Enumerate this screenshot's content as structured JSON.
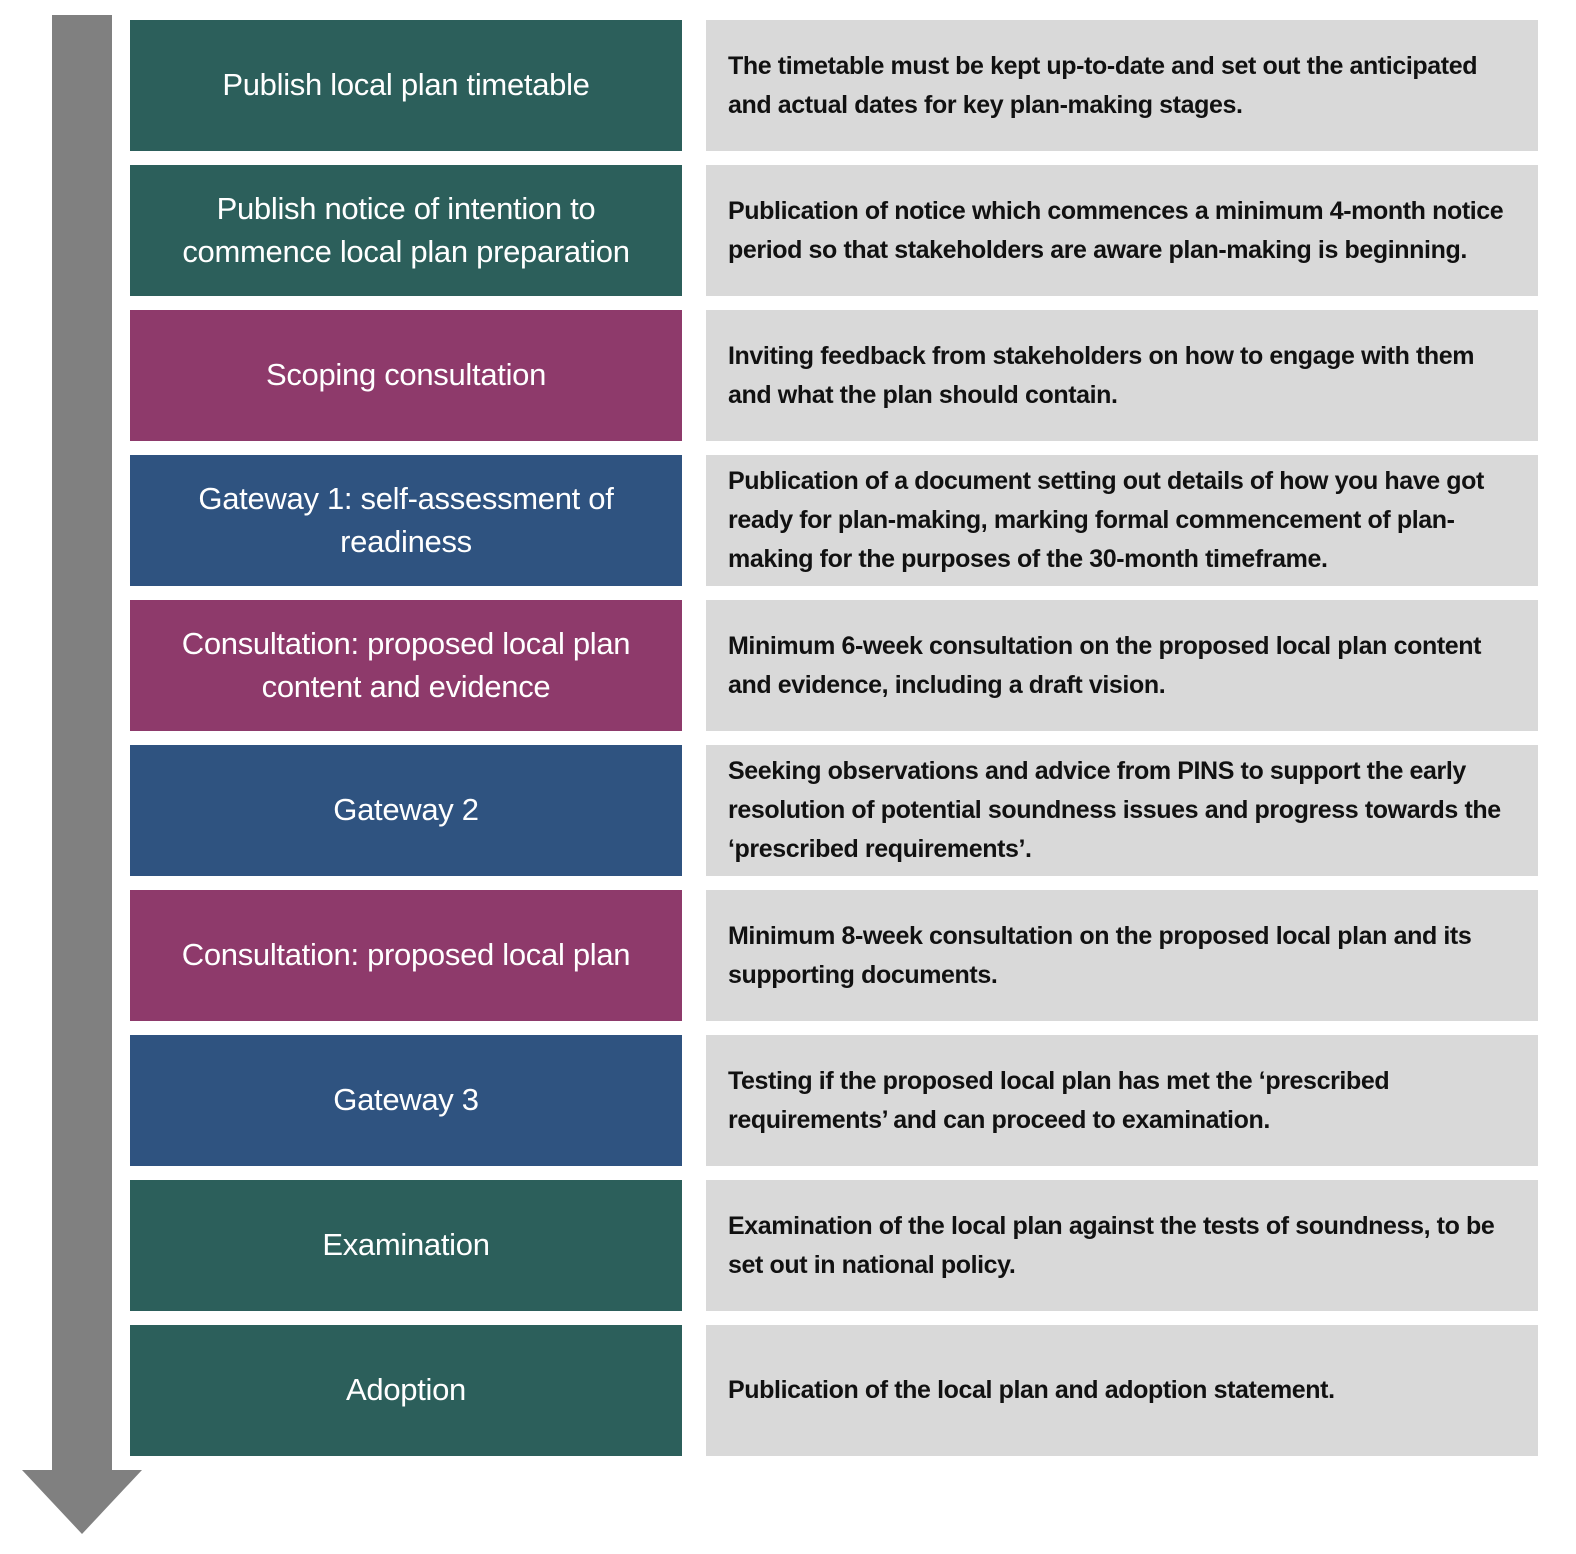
{
  "diagram": {
    "kind": "process-flow",
    "arrow": {
      "direction": "down",
      "color": "#808080"
    },
    "colors": {
      "publish_stage": "#2C5F5B",
      "consultation_stage": "#8E3A6B",
      "gateway_stage": "#2F5380",
      "description_box": "#d9d9d9"
    },
    "stages": [
      {
        "label": "Publish local plan timetable",
        "color": "#2C5F5B",
        "description": "The timetable must be kept up-to-date and set out the anticipated and actual dates for key plan-making stages."
      },
      {
        "label": "Publish notice of intention to commence local plan preparation",
        "color": "#2C5F5B",
        "description": "Publication of notice which commences a minimum 4-month notice period so that stakeholders are aware plan-making is beginning."
      },
      {
        "label": "Scoping consultation",
        "color": "#8E3A6B",
        "description": "Inviting feedback from stakeholders on how to engage with them and what the plan should contain."
      },
      {
        "label": "Gateway 1: self-assessment of readiness",
        "color": "#2F5380",
        "description": "Publication of a document setting out details of how you have got ready for plan-making, marking formal commencement of plan-making for the purposes of the 30-month timeframe."
      },
      {
        "label": "Consultation: proposed local plan content and evidence",
        "color": "#8E3A6B",
        "description": "Minimum 6-week consultation on the proposed local plan content and evidence, including a draft vision."
      },
      {
        "label": "Gateway 2",
        "color": "#2F5380",
        "description": "Seeking observations and advice from PINS to support the early resolution of potential soundness issues and progress towards the ‘prescribed requirements’."
      },
      {
        "label": "Consultation: proposed local plan",
        "color": "#8E3A6B",
        "description": "Minimum 8-week consultation on the proposed local plan and its supporting documents."
      },
      {
        "label": "Gateway 3",
        "color": "#2F5380",
        "description": "Testing if the proposed local plan has met the ‘prescribed requirements’ and can proceed to examination."
      },
      {
        "label": "Examination",
        "color": "#2C5F5B",
        "description": "Examination of the local plan against the tests of soundness, to be set out in national policy."
      },
      {
        "label": "Adoption",
        "color": "#2C5F5B",
        "description": "Publication of the local plan and adoption statement."
      }
    ]
  }
}
